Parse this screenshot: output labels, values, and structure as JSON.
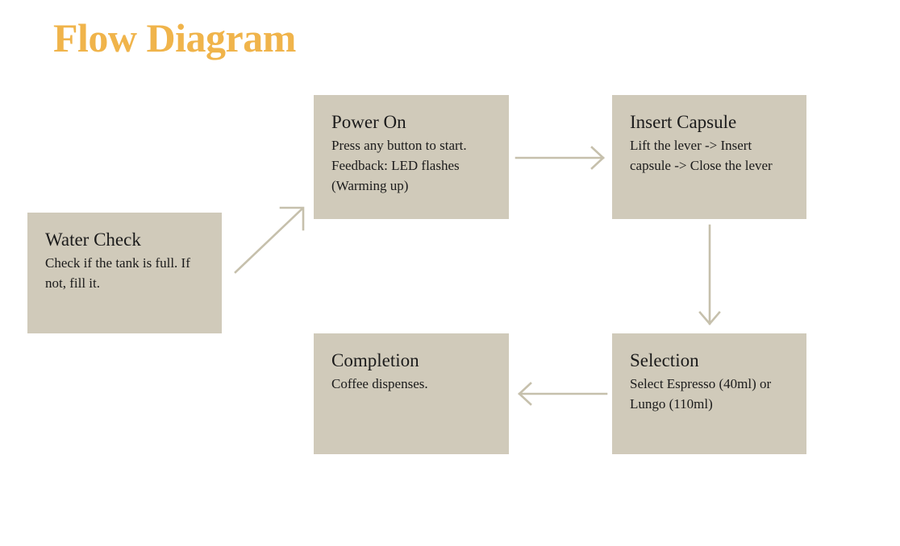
{
  "page": {
    "title": "Flow Diagram",
    "background_color": "#FFFFFF",
    "title_color": "#F0B44B",
    "node_fill_color": "#D0CABA",
    "node_text_color": "#1B1B1B",
    "arrow_color": "#C6C0AC"
  },
  "nodes": [
    {
      "id": "water-check",
      "title": "Water Check",
      "body": "Check if the tank is full. If not, fill it."
    },
    {
      "id": "power-on",
      "title": "Power On",
      "body": "Press any button to start. Feedback: LED flashes (Warming up)"
    },
    {
      "id": "insert-capsule",
      "title": "Insert Capsule",
      "body": "Lift the lever -> Insert capsule -> Close the lever"
    },
    {
      "id": "selection",
      "title": "Selection",
      "body": "Select Espresso (40ml) or Lungo (110ml)"
    },
    {
      "id": "completion",
      "title": "Completion",
      "body": "Coffee dispenses."
    }
  ],
  "arrows": [
    {
      "id": "water-check-to-power-on",
      "from": "water-check",
      "to": "power-on",
      "direction": "up-right"
    },
    {
      "id": "power-on-to-insert-capsule",
      "from": "power-on",
      "to": "insert-capsule",
      "direction": "right"
    },
    {
      "id": "insert-capsule-to-selection",
      "from": "insert-capsule",
      "to": "selection",
      "direction": "down"
    },
    {
      "id": "selection-to-completion",
      "from": "selection",
      "to": "completion",
      "direction": "left"
    }
  ]
}
